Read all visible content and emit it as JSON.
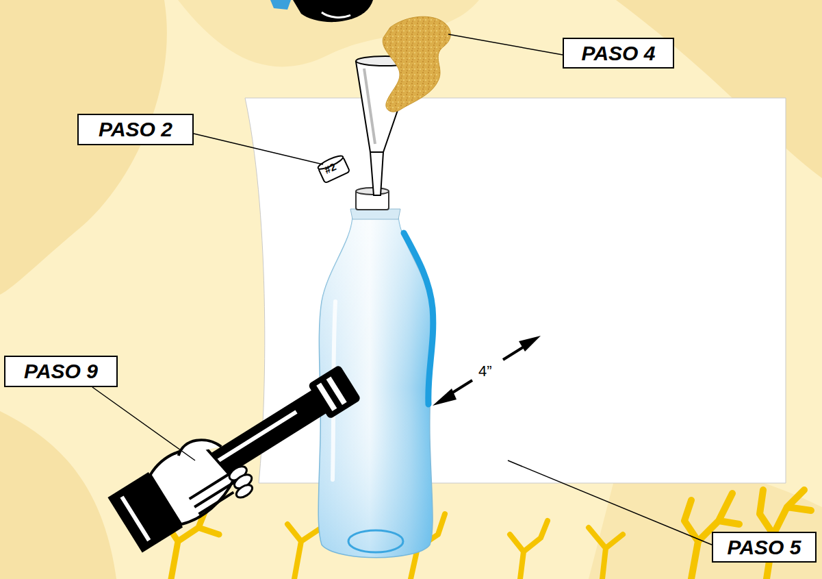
{
  "diagram": {
    "nodes": [
      {
        "text": [
          "PASO 4"
        ]
      },
      {
        "text": [
          "PASO 2"
        ]
      },
      {
        "text": [
          "PASO 9"
        ]
      },
      {
        "text": [
          "PASO 5"
        ]
      }
    ],
    "labels": [
      "#2",
      "4”"
    ]
  }
}
